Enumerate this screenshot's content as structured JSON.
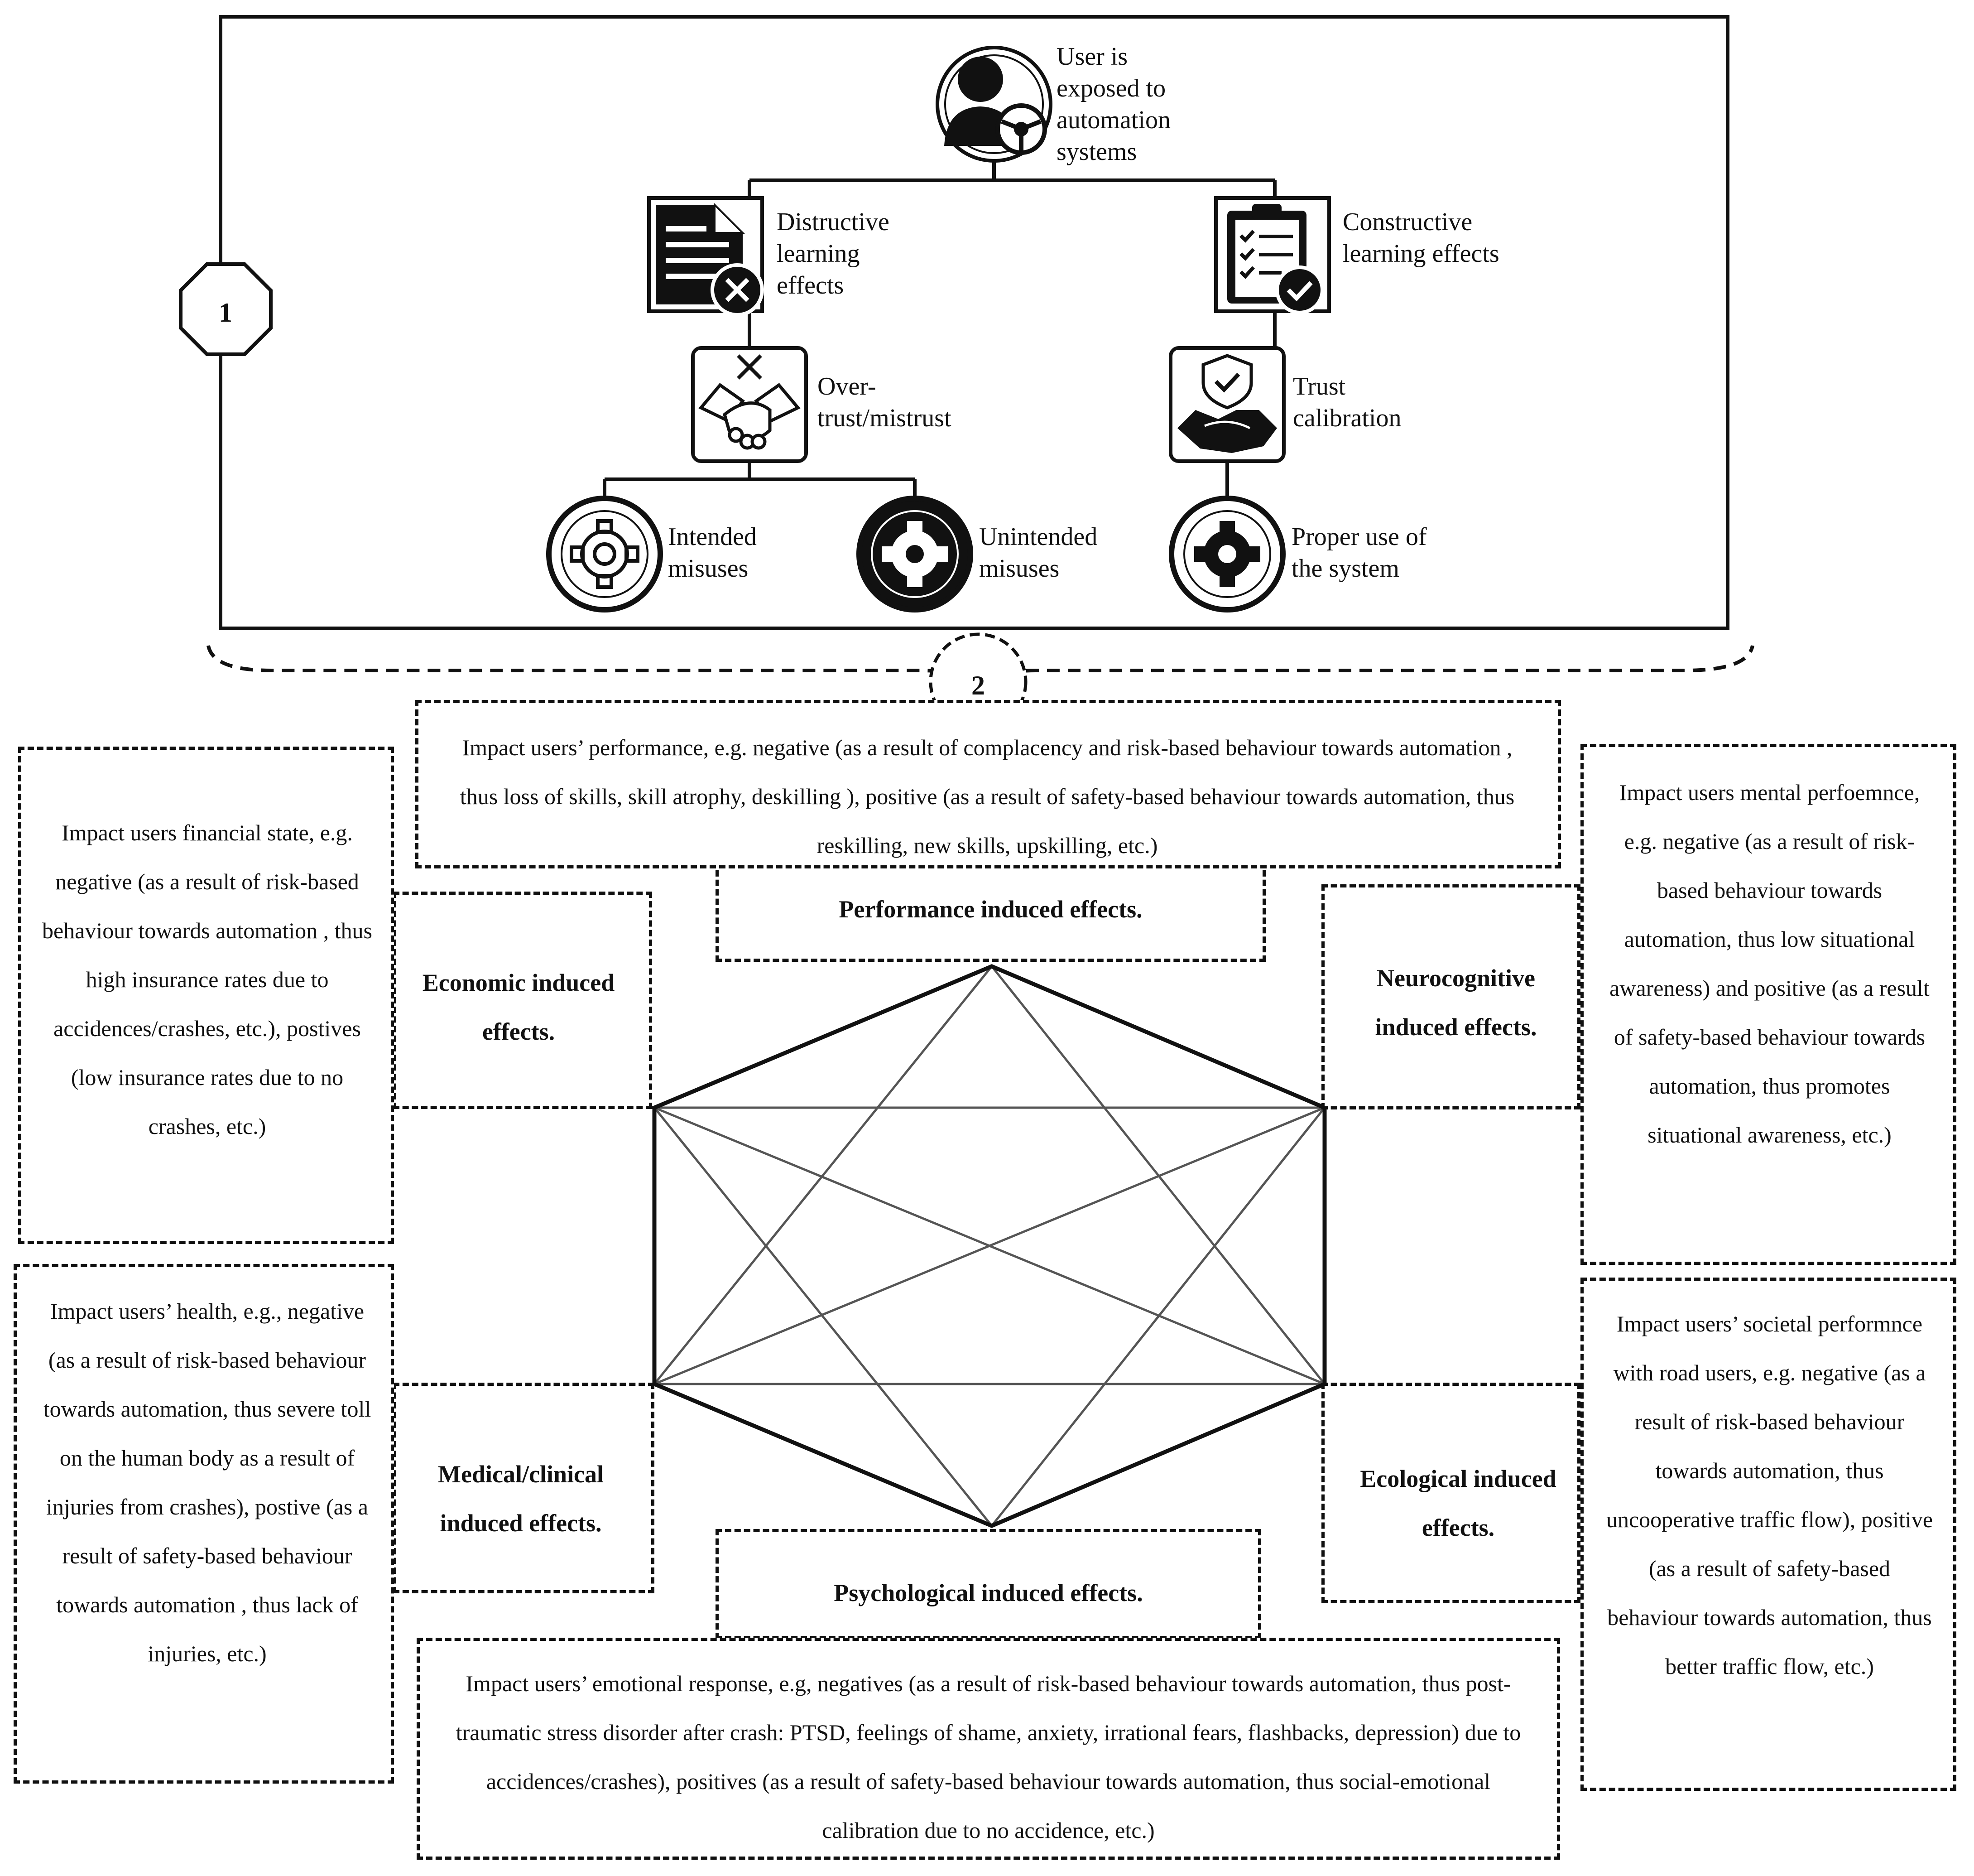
{
  "panel1": {
    "badge": "1",
    "root": "User is exposed to automation systems",
    "left_branch": "Distructive learning effects",
    "right_branch": "Constructive learning effects",
    "left_trust": "Over-trust/mistrust",
    "right_trust": "Trust calibration",
    "outcome_intended": "Intended misuses",
    "outcome_unintended": "Unintended misuses",
    "outcome_proper": "Proper use of the system"
  },
  "panel2": {
    "badge": "2",
    "performance": {
      "title": "Performance induced effects.",
      "text": "Impact users’ performance, e.g. negative (as a result of complacency and risk-based behaviour towards automation , thus loss of skills, skill atrophy, deskilling ), positive (as a result of safety-based behaviour towards automation, thus reskilling, new skills, upskilling, etc.)"
    },
    "economic": {
      "title": "Economic induced effects.",
      "text": "Impact users financial state, e.g. negative (as a result of risk-based behaviour towards automation , thus high insurance rates due to accidences/crashes, etc.), postives (low insurance rates due to no crashes, etc.)"
    },
    "neurocognitive": {
      "title": "Neurocognitive induced effects.",
      "text": "Impact users mental perfoemnce, e.g. negative (as a result of risk-based behaviour towards automation, thus low situational awareness) and positive (as a result of safety-based behaviour towards automation, thus promotes situational awareness, etc.)"
    },
    "medical": {
      "title": "Medical/clinical induced effects.",
      "text": "Impact users’ health, e.g., negative (as a result of risk-based behaviour towards automation, thus severe toll on the human body as a result of injuries from crashes), postive (as a result of safety-based behaviour towards automation , thus lack of injuries, etc.)"
    },
    "ecological": {
      "title": "Ecological induced effects.",
      "text": "Impact users’ societal performnce with road users, e.g. negative (as a result of risk-based behaviour towards automation, thus uncooperative traffic flow), positive (as a result of safety-based behaviour towards automation, thus better traffic flow, etc.)"
    },
    "psychological": {
      "title": "Psychological induced effects.",
      "text": "Impact users’ emotional response, e.g, negatives (as a result of risk-based behaviour towards automation, thus post-traumatic stress disorder after crash: PTSD, feelings of shame, anxiety, irrational fears, flashbacks, depression) due to accidences/crashes), positives (as a result of safety-based behaviour towards automation, thus social-emotional calibration due to no accidence, etc.)"
    }
  },
  "icons": {
    "root": "user-steering-wheel-icon",
    "left_branch": "document-cross-icon",
    "right_branch": "clipboard-check-icon",
    "left_trust": "broken-handshake-icon",
    "right_trust": "shield-handshake-icon",
    "intended": "gear-outline-icon",
    "unintended": "gear-filled-icon",
    "proper": "gear-check-icon"
  }
}
